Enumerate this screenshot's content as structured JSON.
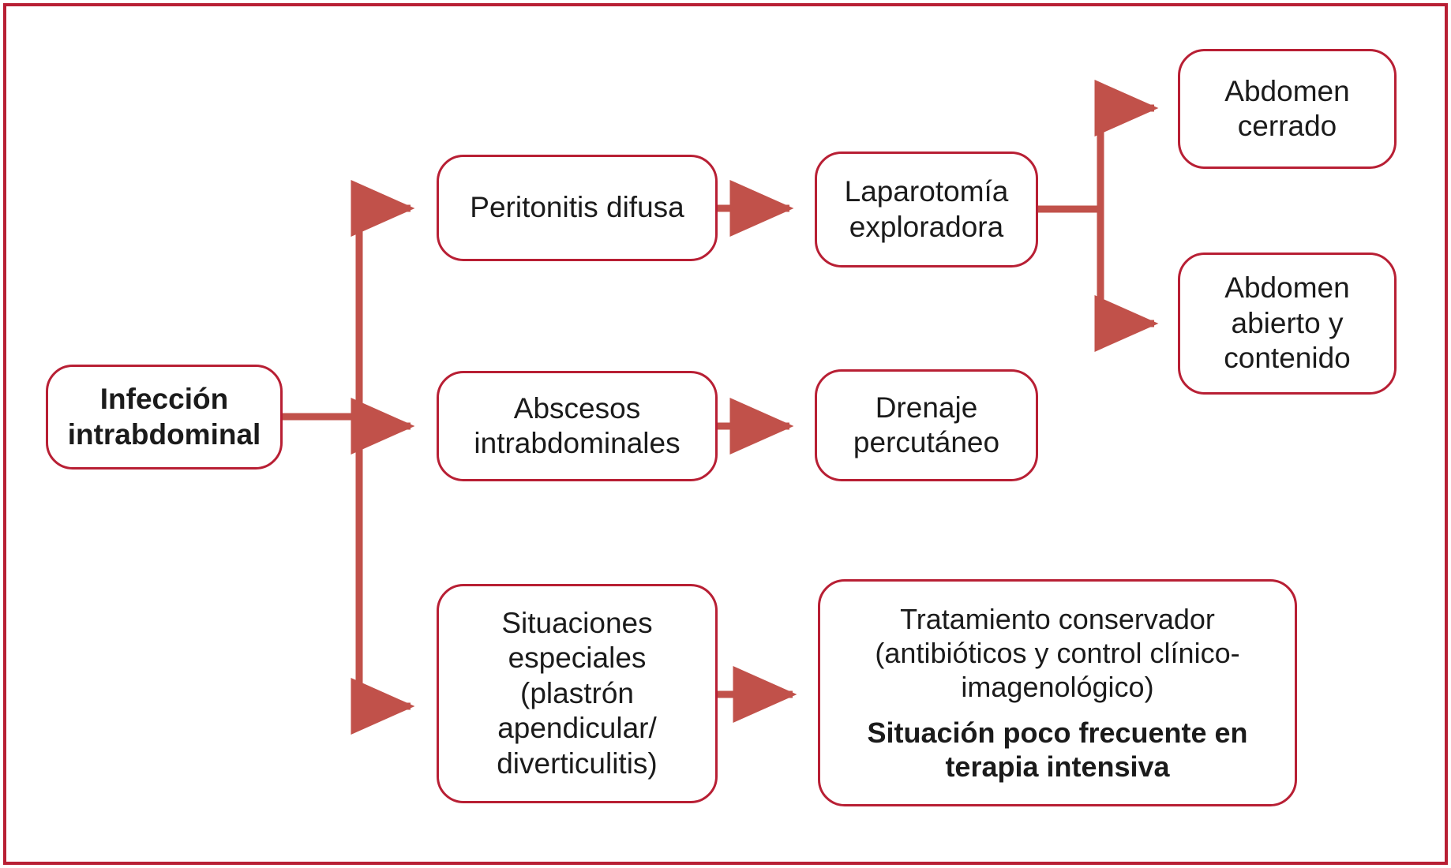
{
  "diagram": {
    "title": "Infeccion intrabdominal - algoritmo de manejo",
    "colors": {
      "box_border": "#B81F34",
      "connector": "#C1514A",
      "text": "#1b1b1b",
      "background": "#FFFFFF",
      "frame": "#B81F34"
    },
    "nodes": {
      "infeccion": {
        "label": "Infección\nintrabdominal",
        "bold": true
      },
      "peritonitis": {
        "label": "Peritonitis difusa",
        "bold": false
      },
      "laparotomia": {
        "label": "Laparotomía\nexploradora",
        "bold": false
      },
      "abdomen_cerrado": {
        "label": "Abdomen\ncerrado",
        "bold": false
      },
      "abdomen_abierto": {
        "label": "Abdomen\nabierto y\ncontenido",
        "bold": false
      },
      "abscesos": {
        "label": "Abscesos\nintrabdominales",
        "bold": false
      },
      "drenaje": {
        "label": "Drenaje\npercutáneo",
        "bold": false
      },
      "situaciones": {
        "label": "Situaciones\nespeciales\n(plastrón\napendicular/\ndiverticulitis)",
        "bold": false
      },
      "tratamiento": {
        "line_regular": "Tratamiento conservador\n(antibióticos y control clínico-\nimagenológico)",
        "line_bold": "Situación poco frecuente en\nterapia intensiva"
      }
    },
    "edges": [
      {
        "from": "infeccion",
        "to": "peritonitis",
        "style": "elbow-up-arrow"
      },
      {
        "from": "infeccion",
        "to": "abscesos",
        "style": "straight-arrow"
      },
      {
        "from": "infeccion",
        "to": "situaciones",
        "style": "elbow-down-arrow"
      },
      {
        "from": "peritonitis",
        "to": "laparotomia",
        "style": "straight-arrow"
      },
      {
        "from": "laparotomia",
        "to": "abdomen_cerrado",
        "style": "elbow-up-arrow"
      },
      {
        "from": "laparotomia",
        "to": "abdomen_abierto",
        "style": "elbow-down-arrow"
      },
      {
        "from": "abscesos",
        "to": "drenaje",
        "style": "straight-arrow"
      },
      {
        "from": "situaciones",
        "to": "tratamiento",
        "style": "straight-arrow"
      }
    ]
  }
}
